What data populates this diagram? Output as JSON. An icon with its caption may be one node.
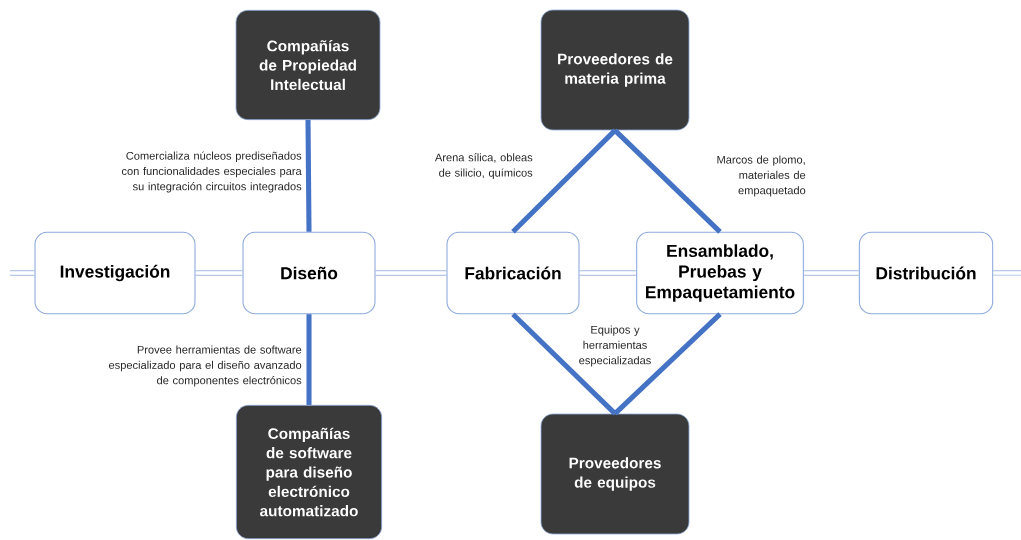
{
  "diagram": {
    "nodes": [
      {
        "text": [
          "Compañías de Propiedad Intelectual"
        ]
      },
      {
        "text": [
          "Proveedores de materia prima"
        ]
      },
      {
        "text": [
          "Investigación"
        ]
      },
      {
        "text": [
          "Diseño"
        ]
      },
      {
        "text": [
          "Fabricación"
        ]
      },
      {
        "text": [
          "Ensamblado, Pruebas y Empaquetamiento"
        ]
      },
      {
        "text": [
          "Distribución"
        ]
      },
      {
        "text": [
          "Compañías de software para diseño electrónico automatizado"
        ]
      },
      {
        "text": [
          "Proveedores de equipos"
        ]
      }
    ],
    "edges": [
      {
        "from": null,
        "to": 2,
        "arrow": "none"
      },
      {
        "from": 2,
        "to": 3,
        "arrow": "none"
      },
      {
        "from": 3,
        "to": 4,
        "arrow": "none"
      },
      {
        "from": 4,
        "to": 5,
        "arrow": "none"
      },
      {
        "from": 5,
        "to": 6,
        "arrow": "none"
      },
      {
        "from": 6,
        "to": null,
        "arrow": "none"
      },
      {
        "from": 0,
        "to": 3,
        "arrow": "none",
        "label": "Comercializa núcleos prediseñados con funcionalidades especiales para su integración circuitos integrados",
        "style": "thick",
        "color": "#4472c4"
      },
      {
        "from": 3,
        "to": 7,
        "arrow": "none",
        "label": "Provee herramientas de software especializado para el diseño avanzado de componentes electrónicos",
        "style": "thick",
        "color": "#4472c4"
      },
      {
        "from": 1,
        "to": 4,
        "arrow": "none",
        "label": "Arena sílica, obleas de silicio, químicos",
        "style": "thick",
        "color": "#4472c4"
      },
      {
        "from": 1,
        "to": 5,
        "arrow": "none",
        "label": "Marcos de plomo, materiales de empaquetado",
        "style": "thick",
        "color": "#4472c4"
      },
      {
        "from": 4,
        "to": 8,
        "arrow": "none",
        "style": "thick",
        "color": "#4472c4"
      },
      {
        "from": 8,
        "to": 5,
        "arrow": "none",
        "label": "Equipos y herramientas especializadas",
        "style": "thick",
        "color": "#4472c4"
      }
    ]
  }
}
